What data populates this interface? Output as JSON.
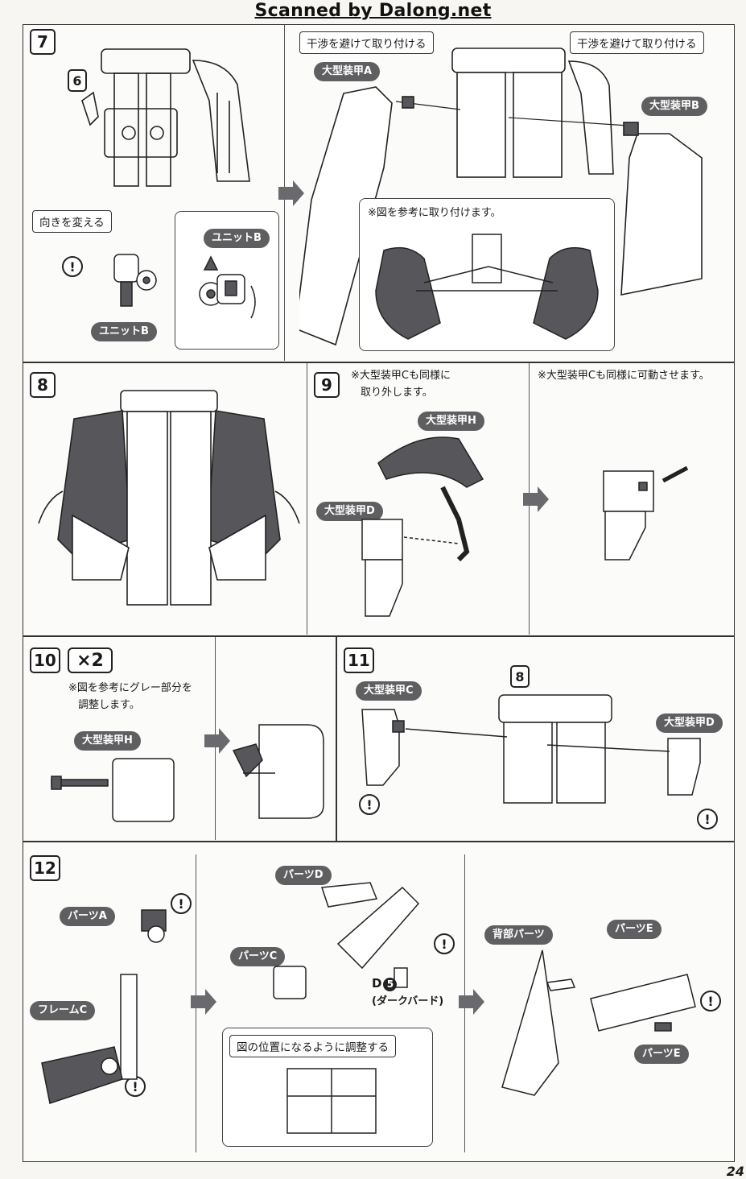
{
  "watermark": "Scanned by Dalong.net",
  "page_number": "24",
  "steps": {
    "s7": {
      "number": "7",
      "sub_step_ref": "6",
      "direction_note": "向きを変える",
      "unit_b_label_top": "ユニットB",
      "unit_b_label_bottom": "ユニットB",
      "avoid_left": "干渉を避けて取り付ける",
      "avoid_right": "干渉を避けて取り付ける",
      "armor_a": "大型装甲A",
      "armor_b": "大型装甲B",
      "reference_note": "※図を参考に取り付けます。"
    },
    "s8": {
      "number": "8"
    },
    "s9": {
      "number": "9",
      "note_left_1": "※大型装甲Cも同様に",
      "note_left_2": "取り外します。",
      "note_right": "※大型装甲Cも同様に可動させます。",
      "armor_h": "大型装甲H",
      "armor_d": "大型装甲D"
    },
    "s10": {
      "number": "10",
      "multiplier": "×2",
      "note_1": "※図を参考にグレー部分を",
      "note_2": "調整します。",
      "armor_h": "大型装甲H"
    },
    "s11": {
      "number": "11",
      "sub_step_ref": "8",
      "armor_c": "大型装甲C",
      "armor_d": "大型装甲D"
    },
    "s12": {
      "number": "12",
      "part_a": "パーツA",
      "frame_c": "フレームC",
      "part_d": "パーツD",
      "part_c": "パーツC",
      "runner_label": "D",
      "runner_num": "5",
      "runner_name": "(ダークバード)",
      "adjust_note": "図の位置になるように調整する",
      "back_parts": "背部パーツ",
      "part_e_top": "パーツE",
      "part_e_bottom": "パーツE"
    }
  },
  "warning_symbol": "!",
  "colors": {
    "label_bg": "#5f5e61",
    "armor_dark": "#57565b",
    "line": "#222222",
    "paper": "#fbfbf9"
  }
}
